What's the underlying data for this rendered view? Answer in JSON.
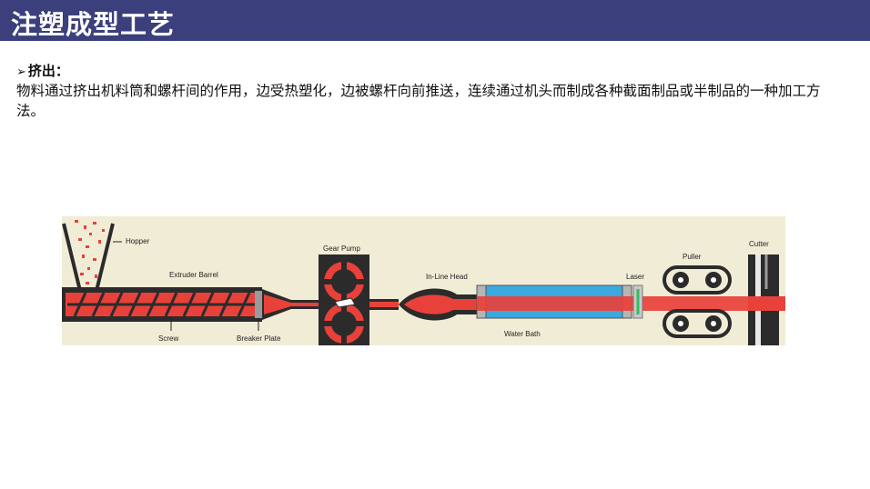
{
  "slide": {
    "title": "注塑成型工艺",
    "bullet_heading": "挤出",
    "bullet_suffix": "：",
    "body": "物料通过挤出机料筒和螺杆间的作用，边受热塑化，边被螺杆向前推送，连续通过机头而制成各种截面制品或半制品的一种加工方法。"
  },
  "diagram": {
    "labels": {
      "hopper": "Hopper",
      "extruder_barrel": "Extruder Barrel",
      "screw": "Screw",
      "breaker_plate": "Breaker Plate",
      "gear_pump": "Gear Pump",
      "inline_head": "In-Line Head",
      "water_bath": "Water Bath",
      "laser": "Laser",
      "puller": "Puller",
      "cutter": "Cutter"
    },
    "colors": {
      "title_bar": "#3b3f7c",
      "background": "#f1ecd6",
      "melt": "#e8413a",
      "machine": "#2b2b2b",
      "water": "#3aa9e0",
      "laser": "#2fbf5f"
    }
  }
}
